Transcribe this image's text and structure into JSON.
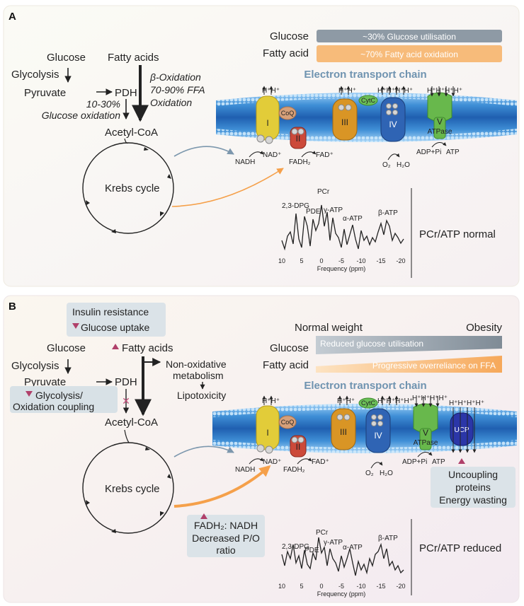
{
  "panelA": {
    "letter": "A",
    "pathway": {
      "glucose": "Glucose",
      "fatty_acids": "Fatty acids",
      "glycolysis": "Glycolysis",
      "pyruvate": "Pyruvate",
      "pdh": "PDH",
      "glucose_ox_pct": "10-30%",
      "glucose_ox": "Glucose oxidation",
      "beta_ox_1": "β-Oxidation",
      "beta_ox_2": "70-90% FFA",
      "beta_ox_3": "Oxidation",
      "acetyl_coa": "Acetyl-CoA",
      "krebs": "Krebs cycle"
    },
    "bars": {
      "glucose_label": "Glucose",
      "fatty_label": "Fatty acid",
      "glucose_text": "~30% Glucose utilisation",
      "fatty_text": "~70% Fatty acid oxidation"
    },
    "etc": {
      "title": "Electron transport chain",
      "protons_1": "H⁺H⁺",
      "protons_3": "H⁺H⁺",
      "protons_4": "H⁺H⁺H⁺H⁺",
      "protons_5": "H⁺H⁺H⁺H⁺",
      "complex_1": "I",
      "complex_2": "II",
      "complex_3": "III",
      "complex_4": "IV",
      "complex_5": "V",
      "atpase": "ATPase",
      "coq": "CoQ",
      "cytc": "CytC",
      "nadh": "NADH",
      "nad": "NAD⁺",
      "fadh2": "FADH₂",
      "fad": "FAD⁺",
      "o2": "O₂",
      "h2o": "H₂O",
      "adp": "ADP+Pi",
      "atp": "ATP"
    },
    "spectrum": {
      "dpg": "2,3-DPG",
      "pde": "PDE",
      "pcr": "PCr",
      "gatp": "γ-ATP",
      "aatp": "α-ATP",
      "batp": "β-ATP",
      "ticks": [
        "10",
        "5",
        "0",
        "-5",
        "-10",
        "-15",
        "-20"
      ],
      "xlabel": "Frequency (ppm)",
      "status": "PCr/ATP normal"
    }
  },
  "panelB": {
    "letter": "B",
    "insulin_resistance": "Insulin resistance",
    "glucose_uptake": "Glucose uptake",
    "pathway": {
      "glucose": "Glucose",
      "fatty_acids": "Fatty acids",
      "glycolysis": "Glycolysis",
      "pyruvate": "Pyruvate",
      "pdh": "PDH",
      "nonox_1": "Non-oxidative",
      "nonox_2": "metabolism",
      "lipotox": "Lipotoxicity",
      "coupling_1": "Glycolysis/",
      "coupling_2": "Oxidation coupling",
      "acetyl_coa": "Acetyl-CoA",
      "krebs": "Krebs cycle"
    },
    "bars": {
      "normal_weight": "Normal weight",
      "obesity": "Obesity",
      "glucose_label": "Glucose",
      "fatty_label": "Fatty acid",
      "glucose_text": "Reduced glucose utilisation",
      "fatty_text": "Progressive overreliance on FFA"
    },
    "etc": {
      "title": "Electron transport chain",
      "ucp": "UCP"
    },
    "ratio_box": {
      "line1": "FADH₂: NADH",
      "line2": "Decreased P/O",
      "line3": "ratio"
    },
    "uncoupling_box": {
      "line1": "Uncoupling",
      "line2": "proteins",
      "line3": "Energy wasting"
    },
    "spectrum": {
      "status": "PCr/ATP reduced"
    }
  },
  "colors": {
    "glucose_bar": "#8e9aa5",
    "fatty_bar": "#f7bb7a",
    "membrane": "#3f8fd6",
    "complex_1": "#e2cc39",
    "complex_2": "#cc4a3a",
    "complex_3": "#d99525",
    "complex_4": "#2f64b4",
    "complex_5": "#68b84c",
    "ucp": "#2b36a8",
    "red_arrow": "#b0406a",
    "orange_arrow": "#f5a04a",
    "etc_title": "#6f93b0"
  }
}
